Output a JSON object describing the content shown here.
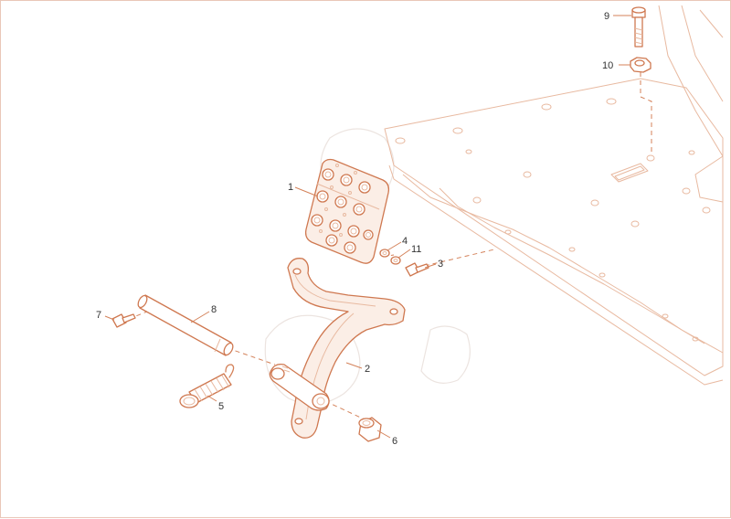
{
  "colors": {
    "line": "#d4825a",
    "fill": "#fbeee6",
    "text": "#333333",
    "frame": "#e9c7b8"
  },
  "callouts": {
    "c1": "1",
    "c2": "2",
    "c3": "3",
    "c4": "4",
    "c5": "5",
    "c6": "6",
    "c7": "7",
    "c8": "8",
    "c9": "9",
    "c10": "10",
    "c11": "11"
  }
}
